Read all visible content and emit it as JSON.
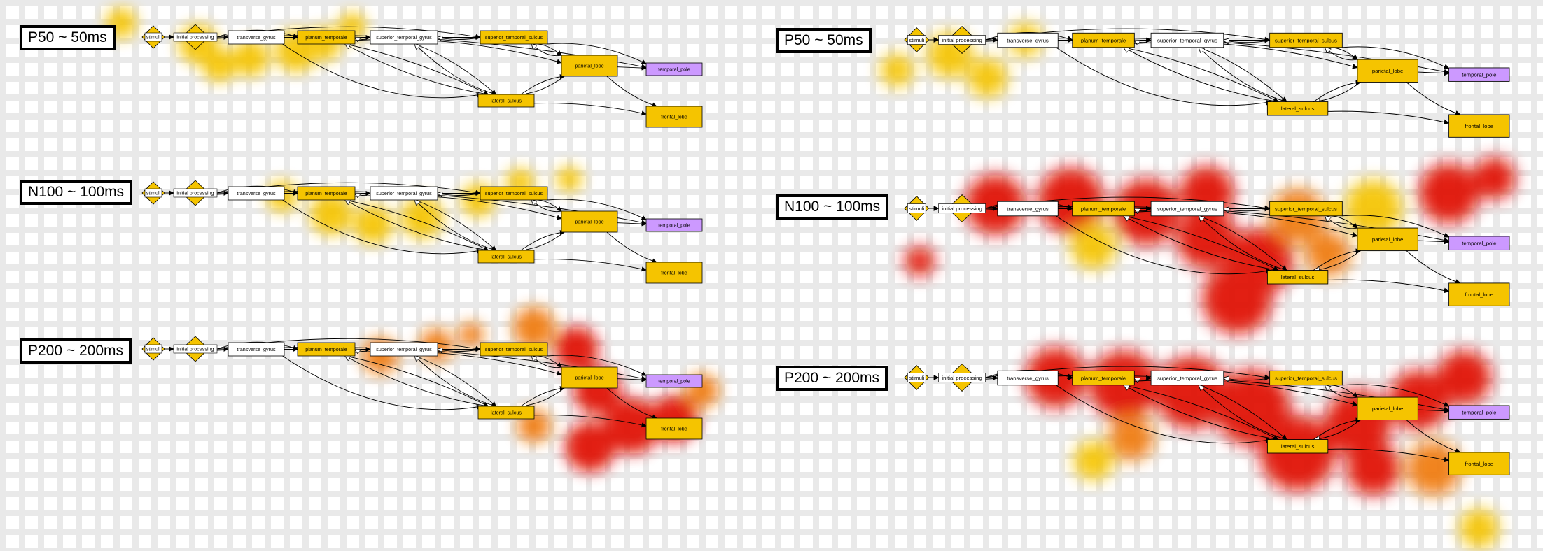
{
  "panels": [
    {
      "label": "P50 ~ 50ms"
    },
    {
      "label": "N100 ~ 100ms"
    },
    {
      "label": "P200 ~ 200ms"
    },
    {
      "label": "P50 ~ 50ms"
    },
    {
      "label": "N100 ~ 100ms"
    },
    {
      "label": "P200 ~ 200ms"
    }
  ],
  "nodes": [
    {
      "id": "stimuli",
      "label": "stimuli",
      "shape": "diamond",
      "fill": "#f5c400"
    },
    {
      "id": "initial_processing",
      "label": "initial processing",
      "shape": "diamond-box",
      "fill": "#f5c400"
    },
    {
      "id": "transverse_gyrus",
      "label": "transverse_gyrus",
      "shape": "box",
      "fill": "#ffffff"
    },
    {
      "id": "planum_temporale",
      "label": "planum_temporale",
      "shape": "box",
      "fill": "#f5c400"
    },
    {
      "id": "superior_temporal_gyrus",
      "label": "superior_temporal_gyrus",
      "shape": "box",
      "fill": "#ffffff"
    },
    {
      "id": "superior_temporal_sulcus",
      "label": "superior_temporal_sulcus",
      "shape": "box",
      "fill": "#f5c400"
    },
    {
      "id": "parietal_lobe",
      "label": "parietal_lobe",
      "shape": "box",
      "fill": "#f5c400"
    },
    {
      "id": "temporal_pole",
      "label": "temporal_pole",
      "shape": "box",
      "fill": "#cc99ff"
    },
    {
      "id": "lateral_sulcus",
      "label": "lateral_sulcus",
      "shape": "box",
      "fill": "#f5c400"
    },
    {
      "id": "frontal_lobe",
      "label": "frontal_lobe",
      "shape": "box",
      "fill": "#f5c400"
    }
  ],
  "edges": [
    {
      "from": "stimuli",
      "to": "initial_processing"
    },
    {
      "from": "initial_processing",
      "to": "transverse_gyrus"
    },
    {
      "from": "transverse_gyrus",
      "to": "planum_temporale"
    },
    {
      "from": "planum_temporale",
      "to": "superior_temporal_gyrus"
    },
    {
      "from": "superior_temporal_gyrus",
      "to": "planum_temporale"
    },
    {
      "from": "superior_temporal_gyrus",
      "to": "superior_temporal_sulcus"
    },
    {
      "from": "superior_temporal_sulcus",
      "to": "superior_temporal_gyrus"
    },
    {
      "from": "superior_temporal_sulcus",
      "to": "temporal_pole"
    },
    {
      "from": "superior_temporal_sulcus",
      "to": "parietal_lobe"
    },
    {
      "from": "parietal_lobe",
      "to": "temporal_pole"
    },
    {
      "from": "parietal_lobe",
      "to": "superior_temporal_sulcus"
    },
    {
      "from": "planum_temporale",
      "to": "lateral_sulcus"
    },
    {
      "from": "lateral_sulcus",
      "to": "planum_temporale"
    },
    {
      "from": "superior_temporal_gyrus",
      "to": "lateral_sulcus"
    },
    {
      "from": "lateral_sulcus",
      "to": "superior_temporal_gyrus"
    },
    {
      "from": "lateral_sulcus",
      "to": "parietal_lobe"
    },
    {
      "from": "parietal_lobe",
      "to": "lateral_sulcus"
    },
    {
      "from": "transverse_gyrus",
      "to": "lateral_sulcus"
    },
    {
      "from": "lateral_sulcus",
      "to": "frontal_lobe"
    },
    {
      "from": "parietal_lobe",
      "to": "frontal_lobe"
    },
    {
      "from": "planum_temporale",
      "to": "parietal_lobe"
    },
    {
      "from": "initial_processing",
      "to": "superior_temporal_sulcus"
    },
    {
      "from": "initial_processing",
      "to": "temporal_pole"
    },
    {
      "from": "initial_processing",
      "to": "planum_temporale"
    }
  ],
  "heat_colors": {
    "low": "#f5c400",
    "mid": "#f07a10",
    "high": "#e01000"
  }
}
